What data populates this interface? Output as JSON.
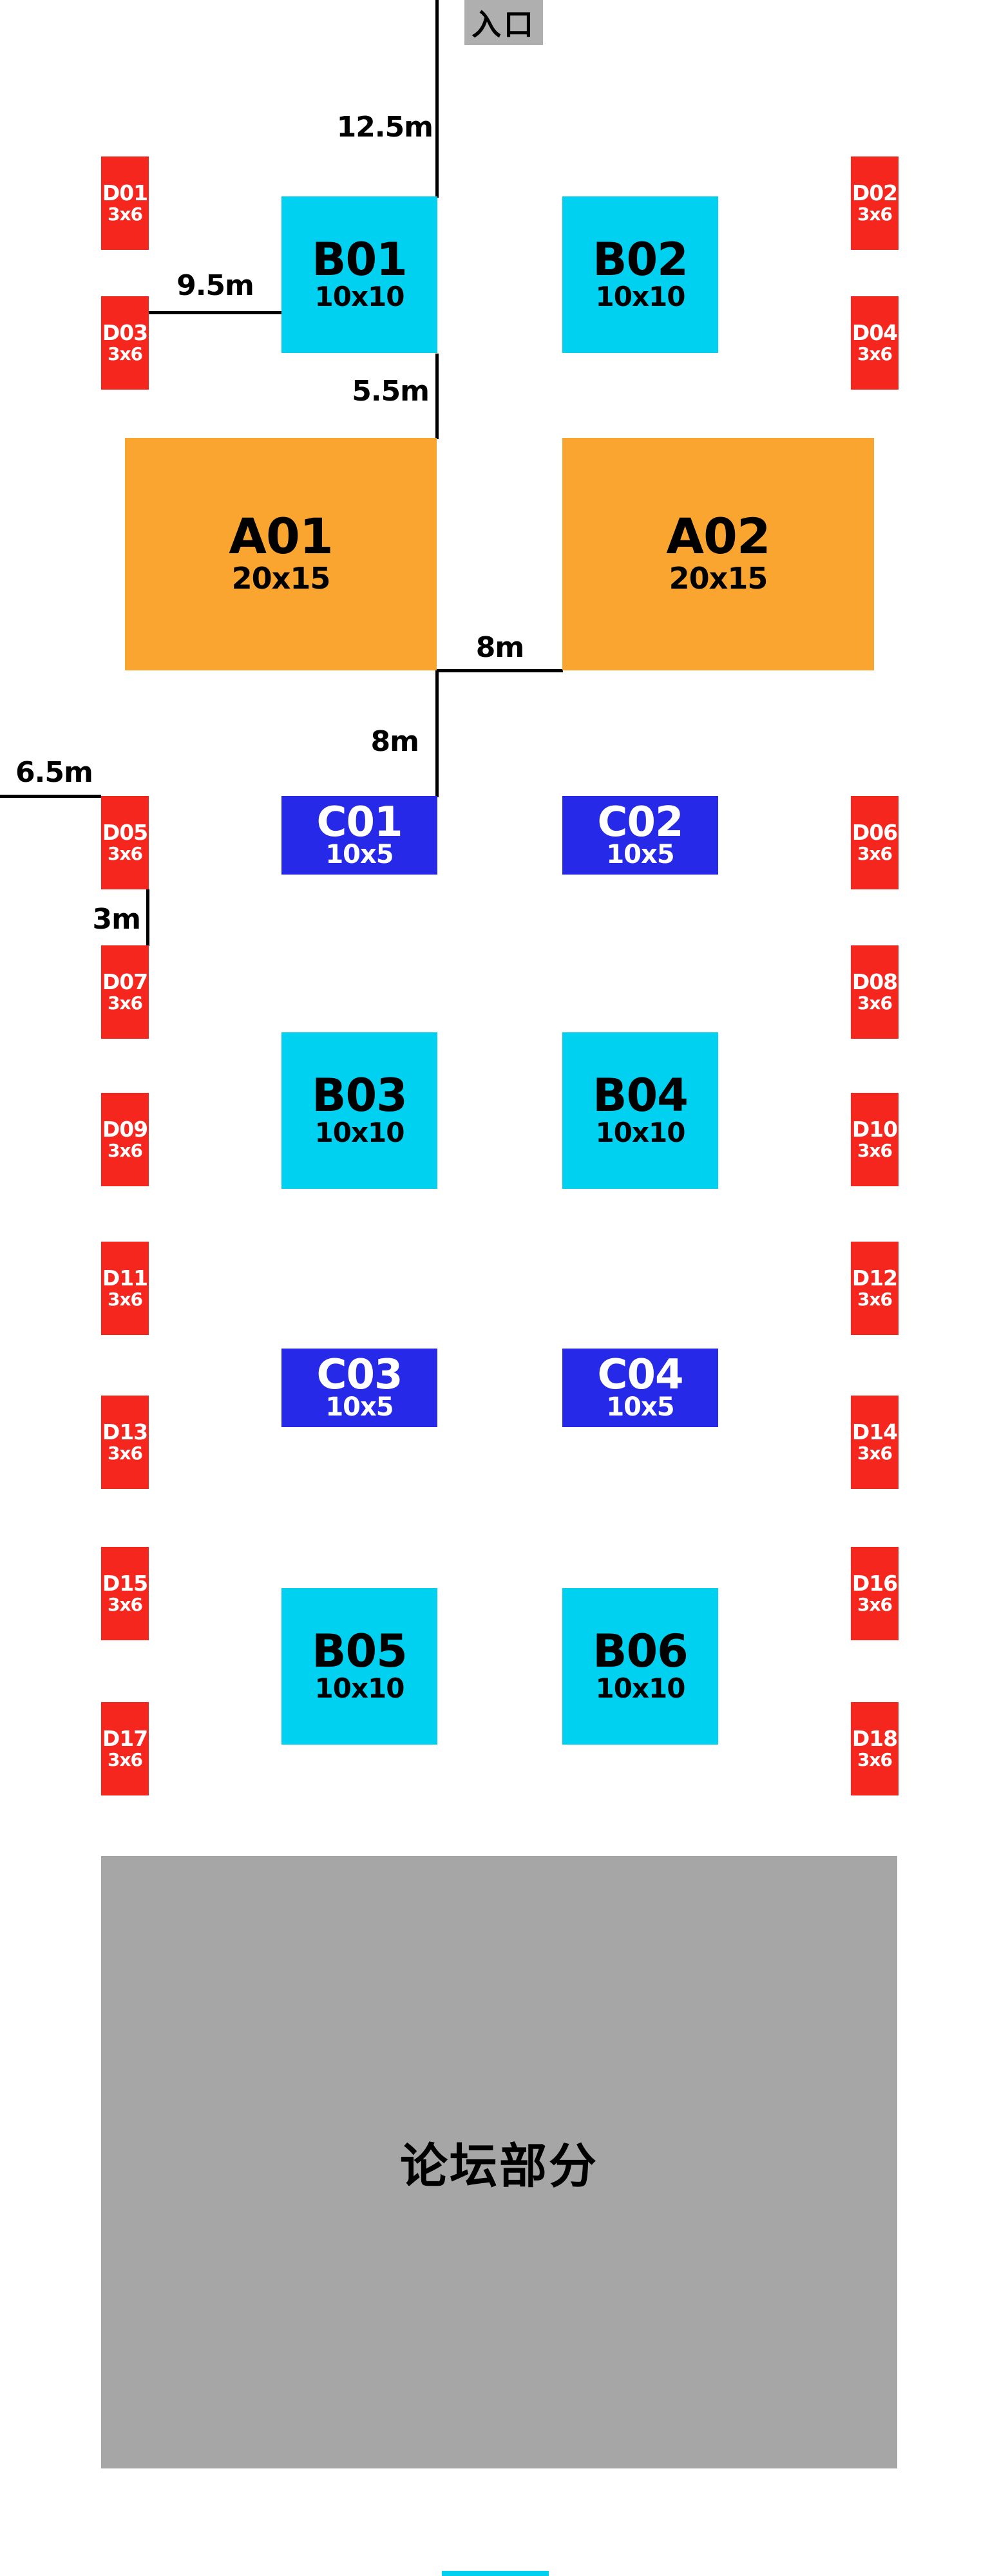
{
  "entrance": {
    "label": "入口"
  },
  "measurements": {
    "entrance_depth": "12.5m",
    "b01_left_offset": "9.5m",
    "b01_a01_gap": "5.5m",
    "a01_a02_gap": "8m",
    "a01_c01_gap": "8m",
    "left_wall_offset": "6.5m",
    "d05_d07_gap": "3m"
  },
  "booths": {
    "A01": {
      "label": "A01",
      "size": "20x15"
    },
    "A02": {
      "label": "A02",
      "size": "20x15"
    },
    "B01": {
      "label": "B01",
      "size": "10x10"
    },
    "B02": {
      "label": "B02",
      "size": "10x10"
    },
    "B03": {
      "label": "B03",
      "size": "10x10"
    },
    "B04": {
      "label": "B04",
      "size": "10x10"
    },
    "B05": {
      "label": "B05",
      "size": "10x10"
    },
    "B06": {
      "label": "B06",
      "size": "10x10"
    },
    "C01": {
      "label": "C01",
      "size": "10x5"
    },
    "C02": {
      "label": "C02",
      "size": "10x5"
    },
    "C03": {
      "label": "C03",
      "size": "10x5"
    },
    "C04": {
      "label": "C04",
      "size": "10x5"
    },
    "D01": {
      "label": "D01",
      "size": "3x6"
    },
    "D02": {
      "label": "D02",
      "size": "3x6"
    },
    "D03": {
      "label": "D03",
      "size": "3x6"
    },
    "D04": {
      "label": "D04",
      "size": "3x6"
    },
    "D05": {
      "label": "D05",
      "size": "3x6"
    },
    "D06": {
      "label": "D06",
      "size": "3x6"
    },
    "D07": {
      "label": "D07",
      "size": "3x6"
    },
    "D08": {
      "label": "D08",
      "size": "3x6"
    },
    "D09": {
      "label": "D09",
      "size": "3x6"
    },
    "D10": {
      "label": "D10",
      "size": "3x6"
    },
    "D11": {
      "label": "D11",
      "size": "3x6"
    },
    "D12": {
      "label": "D12",
      "size": "3x6"
    },
    "D13": {
      "label": "D13",
      "size": "3x6"
    },
    "D14": {
      "label": "D14",
      "size": "3x6"
    },
    "D15": {
      "label": "D15",
      "size": "3x6"
    },
    "D16": {
      "label": "D16",
      "size": "3x6"
    },
    "D17": {
      "label": "D17",
      "size": "3x6"
    },
    "D18": {
      "label": "D18",
      "size": "3x6"
    }
  },
  "forum": {
    "label": "论坛部分"
  },
  "colors": {
    "cyan": "#00D1F1",
    "orange": "#F9A52F",
    "red": "#F5261D",
    "blue": "#2629E8",
    "gray": "#A6A6A6",
    "entrance_gray": "#AFAFAF"
  }
}
